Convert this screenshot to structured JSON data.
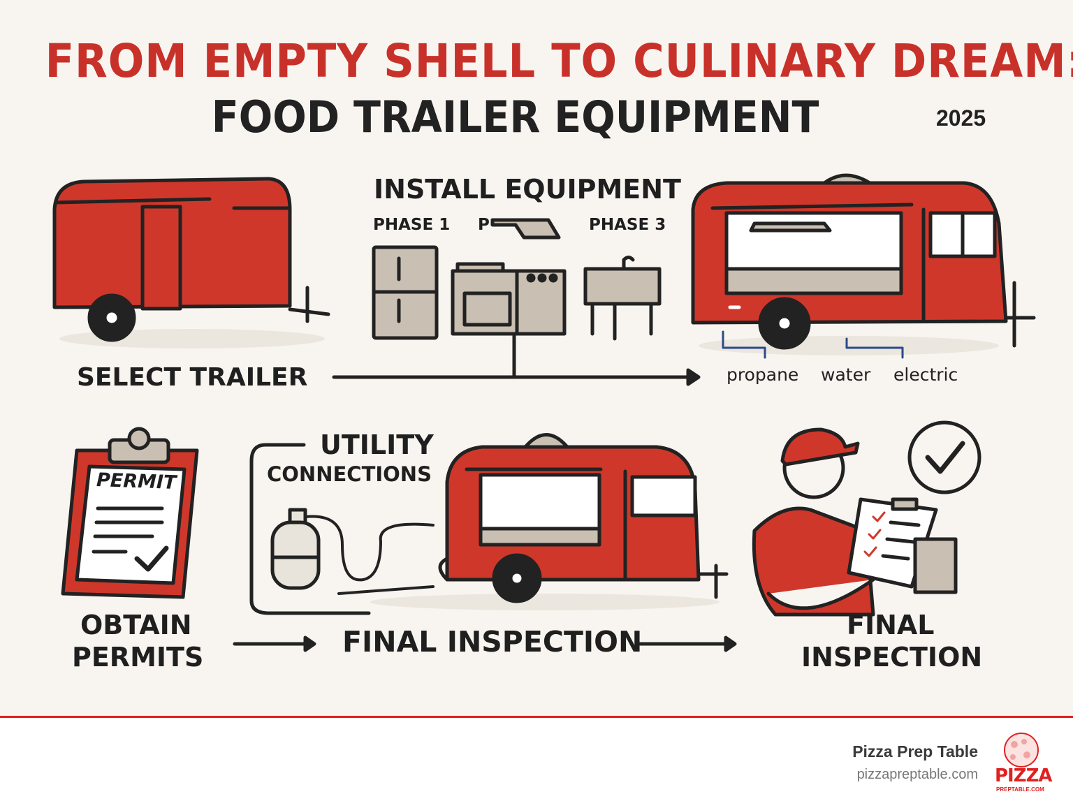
{
  "header": {
    "title_line1": "FROM EMPTY SHELL TO CULINARY DREAM:",
    "title_line2": "FOOD TRAILER EQUIPMENT",
    "year": "2025"
  },
  "steps": {
    "select_trailer": "SELECT TRAILER",
    "install_equipment": {
      "title": "INSTALL EQUIPMENT",
      "phase1": "PHASE 1",
      "phase2": "P",
      "phase3": "PHASE 3"
    },
    "utilities_labels": [
      "propane",
      "water",
      "electric"
    ],
    "obtain_permits_line1": "OBTAIN",
    "obtain_permits_line2": "PERMITS",
    "permit_doc": "PERMIT",
    "utility_connections_line1": "UTILITY",
    "utility_connections_line2": "CONNECTIONS",
    "final_inspection_middle": "FINAL INSPECTION",
    "final_inspection_line1": "FINAL",
    "final_inspection_line2": "INSPECTION"
  },
  "footer": {
    "brand": "Pizza Prep Table",
    "url": "pizzapreptable.com",
    "logo_word": "PIZZA",
    "logo_sub": "PREPTABLE.COM"
  },
  "colors": {
    "accent": "#c8312a",
    "ink": "#222222",
    "background": "#f8f5f0",
    "steel": "#c9bfb2"
  }
}
